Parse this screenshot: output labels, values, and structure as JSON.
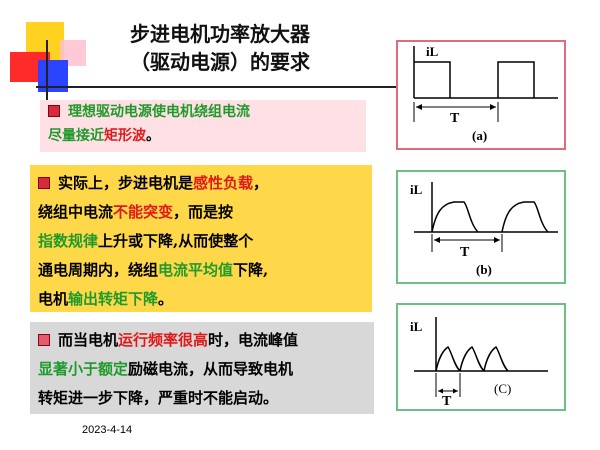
{
  "title": {
    "line1": "步进电机功率放大器",
    "line2": "（驱动电源）的要求"
  },
  "para1": {
    "p1": "理想驱动电源使电机",
    "p2": "绕组电流",
    "p3": "尽量接近",
    "p4": "矩形波",
    "p5": "。"
  },
  "para2": {
    "p1": "实际上，步进电机是",
    "p2": "感性负载",
    "p3": "，",
    "p4": "绕组中电流",
    "p5": "不能突变",
    "p6": "，而是按",
    "p7": "指数规律",
    "p8": "上升或下降,从而使整个",
    "p9": "通电周期内，绕组",
    "p10": "电流平均值",
    "p11": "下降,",
    "p12": "电机",
    "p13": "输出转矩下降",
    "p14": "。"
  },
  "para3": {
    "p1": "而当电机",
    "p2": "运行频率很高",
    "p3": "时，电流峰值",
    "p4": "显著小于额定",
    "p5": "励磁电流，从而导致电机",
    "p6": "转矩进一步下降，严重时不能启动。"
  },
  "figures": {
    "a": {
      "ylabel": "iL",
      "period": "T",
      "caption": "(a)"
    },
    "b": {
      "ylabel": "iL",
      "period": "T",
      "caption": "(b)"
    },
    "c": {
      "ylabel": "iL",
      "period": "T",
      "caption": "(C)"
    }
  },
  "date": "2023-4-14",
  "colors": {
    "green": "#1f9a2c",
    "red": "#e01a1a",
    "blue": "#1c34c8",
    "box_pink": "#ffe0e4",
    "box_yellow": "#ffd84a",
    "box_gray": "#d8d8d8"
  }
}
